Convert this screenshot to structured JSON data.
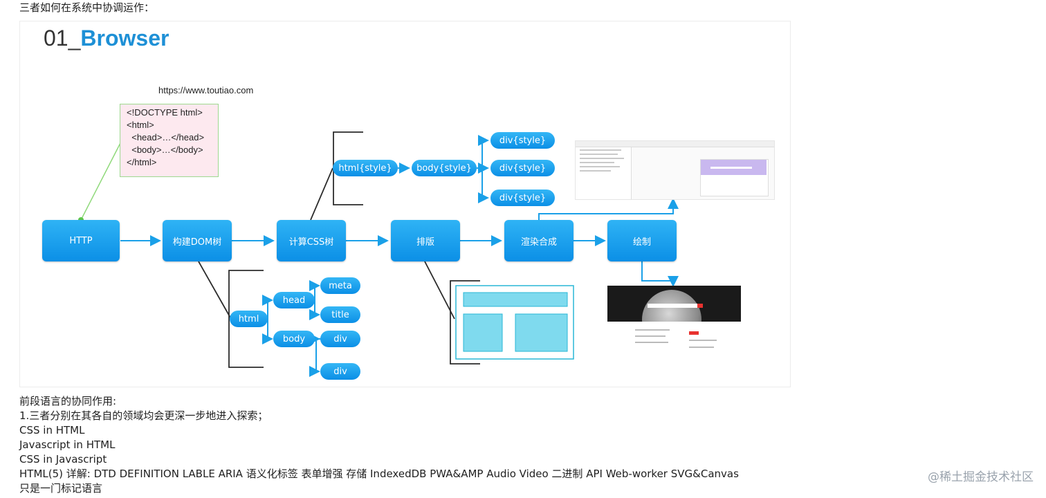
{
  "intro_text": "三者如何在系统中协调运作：",
  "figure": {
    "title_number": "01_",
    "title_name": "Browser",
    "url": "https://www.toutiao.com",
    "code_lines": [
      "<!DOCTYPE html>",
      "<html>",
      "  <head>…</head>",
      "  <body>…</body>",
      "</html>"
    ],
    "flow": [
      "HTTP",
      "构建DOM树",
      "计算CSS树",
      "排版",
      "渲染合成",
      "绘制"
    ],
    "css_tree": {
      "html": "html{style}",
      "body": "body{style}",
      "divs": [
        "div{style}",
        "div{style}",
        "div{style}"
      ]
    },
    "dom_tree": {
      "root": "html",
      "head": "head",
      "body": "body",
      "head_children": [
        "meta",
        "title"
      ],
      "body_children": [
        "div",
        "div"
      ]
    }
  },
  "notes": {
    "heading": "前段语言的协同作用:",
    "lines": [
      "1.三者分别在其各自的领域均会更深一步地进入探索；",
      "CSS in HTML",
      "Javascript in HTML",
      "CSS in Javascript",
      "HTML(5) 详解: DTD DEFINITION LABLE ARIA 语义化标签 表单增强 存储 IndexedDB PWA&AMP Audio Video 二进制 API Web-worker SVG&Canvas",
      "只是一门标记语言"
    ]
  },
  "watermark": "@稀土掘金技术社区",
  "colors": {
    "node_blue": "#0b8fe6",
    "title_blue": "#1e90d6",
    "code_bg": "#fde9ef",
    "code_border": "#9ed88f"
  }
}
